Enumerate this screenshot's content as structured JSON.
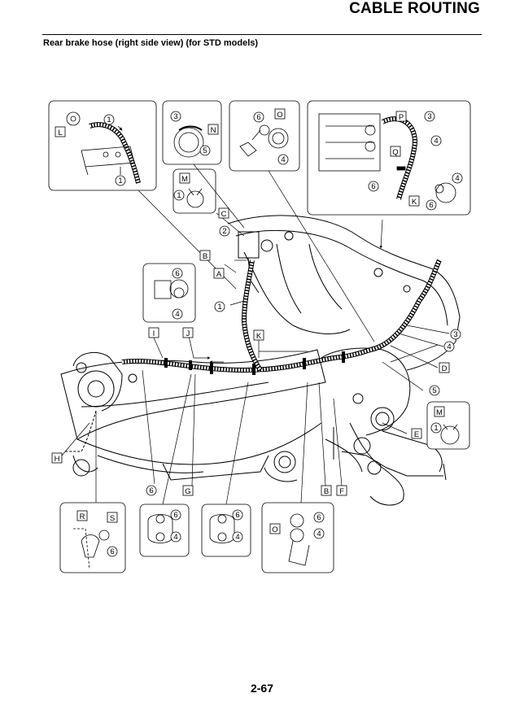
{
  "header": {
    "title": "CABLE ROUTING"
  },
  "section": {
    "title": "Rear brake hose (right side view) (for STD models)"
  },
  "callouts": {
    "n1": "1",
    "n2": "2",
    "n3": "3",
    "n4": "4",
    "n5": "5",
    "n6": "6",
    "A": "A",
    "B": "B",
    "C": "C",
    "D": "D",
    "E": "E",
    "F": "F",
    "G": "G",
    "H": "H",
    "I": "I",
    "J": "J",
    "K": "K",
    "L": "L",
    "M": "M",
    "N": "N",
    "O": "O",
    "P": "P",
    "Q": "Q",
    "R": "R",
    "S": "S"
  },
  "footer": {
    "page_number": "2-67"
  },
  "colors": {
    "ink": "#000000",
    "paper": "#ffffff",
    "hatch": "#555555"
  }
}
